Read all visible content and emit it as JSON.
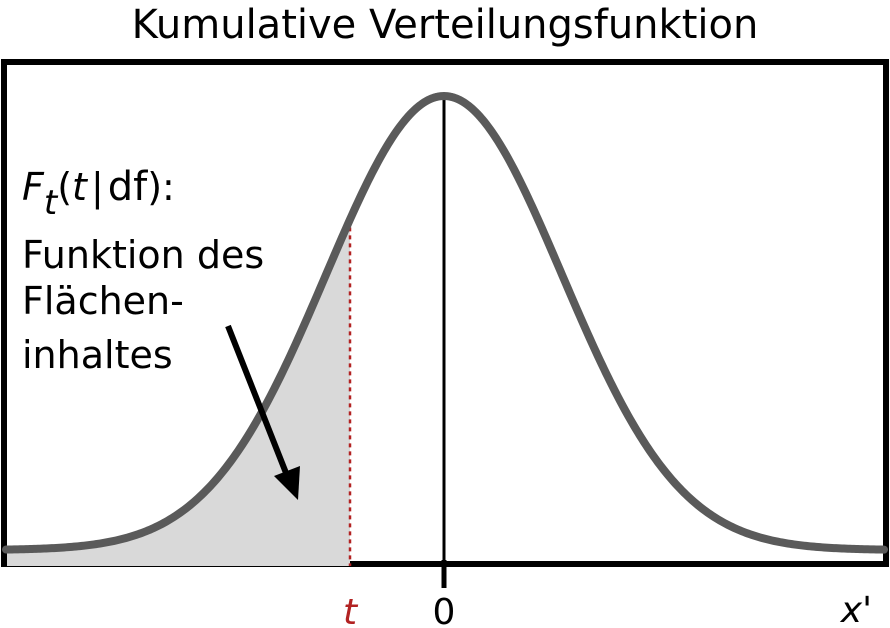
{
  "title": "Kumulative Verteilungsfunktion",
  "formula": {
    "F": "F",
    "subscript": "t",
    "open_paren": "(",
    "variable": "t",
    "bar": "|",
    "df": "df",
    "close": "):"
  },
  "description_lines": [
    "Funktion des",
    "Flächen-",
    "inhaltes"
  ],
  "axis": {
    "t_label": "t",
    "zero_label": "0",
    "x_label": "x'"
  },
  "colors": {
    "curve": "#5a5a5a",
    "shaded_area": "#d9d9d9",
    "t_marker": "#b22222",
    "frame": "#000000",
    "arrow": "#000000"
  }
}
